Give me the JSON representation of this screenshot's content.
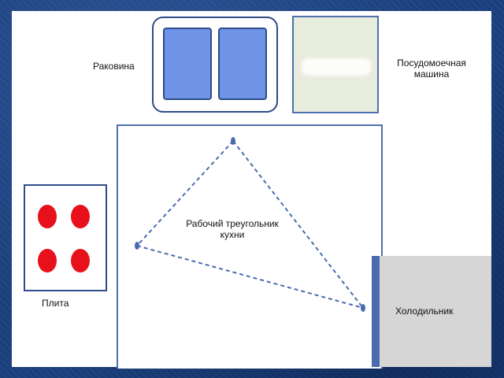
{
  "labels": {
    "sink": "Раковина",
    "dishwasher_line1": "Посудомоечная",
    "dishwasher_line2": "машина",
    "triangle_line1": "Рабочий треугольник",
    "triangle_line2": "кухни",
    "stove": "Плита",
    "fridge": "Холодильник"
  },
  "colors": {
    "background": "#1b3f7a",
    "outline": "#2e4c88",
    "sink_bowl": "#6f93e6",
    "burner": "#e8101a",
    "fridge": "#d6d6d6",
    "fridge_door": "#4a6bb0",
    "dishwasher": "#e8ecdc",
    "triangle_line": "#4a6bb0"
  }
}
